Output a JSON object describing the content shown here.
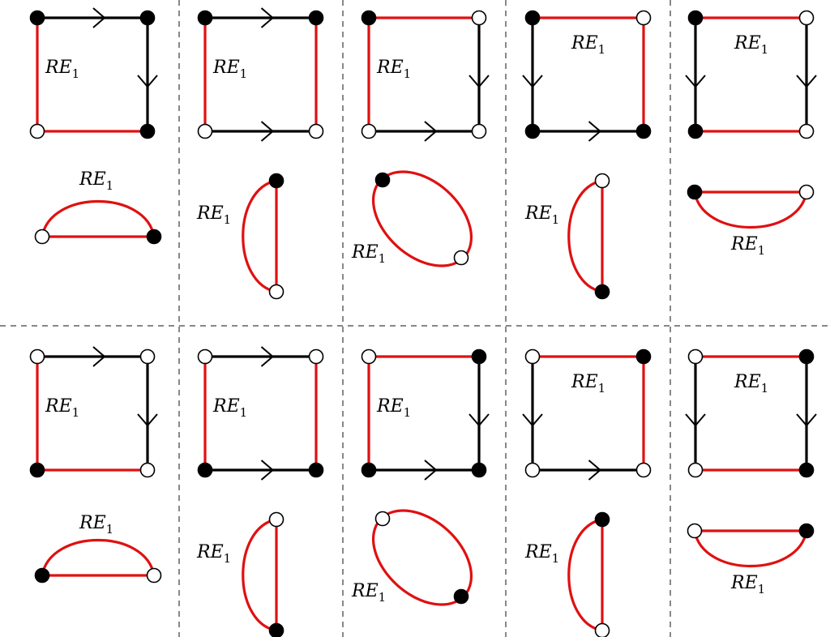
{
  "label": {
    "text": "RE",
    "sub": "1"
  },
  "colors": {
    "red_edge": "#e01010",
    "black_edge": "#000000",
    "separator": "#888888"
  },
  "panels": [
    {
      "id": "r1c1",
      "top_left": "filled",
      "top_right": "filled",
      "bottom_left": "open",
      "bottom_right": "filled",
      "top": "black-arrow",
      "left": "red",
      "right": "black-arrow",
      "bottom": "red",
      "reduced": "horizontal-top-arc",
      "reduced_nodes": [
        "open",
        "filled"
      ]
    },
    {
      "id": "r1c2",
      "top_left": "filled",
      "top_right": "filled",
      "bottom_left": "open",
      "bottom_right": "open",
      "top": "black-arrow",
      "left": "red",
      "right": "red",
      "bottom": "black-arrow",
      "reduced": "vertical-left-arc",
      "reduced_nodes": [
        "filled",
        "open"
      ]
    },
    {
      "id": "r1c3",
      "top_left": "filled",
      "top_right": "open",
      "bottom_left": "open",
      "bottom_right": "open",
      "top": "red",
      "left": "red",
      "right": "black-arrow",
      "bottom": "black-arrow",
      "reduced": "ellipse",
      "reduced_nodes": [
        "filled",
        "open"
      ]
    },
    {
      "id": "r1c4",
      "top_left": "filled",
      "top_right": "open",
      "bottom_left": "filled",
      "bottom_right": "filled",
      "top": "red",
      "left": "black-arrow",
      "right": "red",
      "bottom": "black-arrow",
      "reduced": "vertical-left-arc",
      "reduced_nodes": [
        "open",
        "filled"
      ]
    },
    {
      "id": "r1c5",
      "top_left": "filled",
      "top_right": "open",
      "bottom_left": "filled",
      "bottom_right": "open",
      "top": "red",
      "left": "black-arrow",
      "right": "black-arrow",
      "bottom": "red",
      "reduced": "horizontal-bottom-arc",
      "reduced_nodes": [
        "filled",
        "open"
      ]
    },
    {
      "id": "r2c1",
      "top_left": "open",
      "top_right": "open",
      "bottom_left": "filled",
      "bottom_right": "open",
      "top": "black-arrow",
      "left": "red",
      "right": "black-arrow",
      "bottom": "red",
      "reduced": "horizontal-top-arc",
      "reduced_nodes": [
        "filled",
        "open"
      ]
    },
    {
      "id": "r2c2",
      "top_left": "open",
      "top_right": "open",
      "bottom_left": "filled",
      "bottom_right": "filled",
      "top": "black-arrow",
      "left": "red",
      "right": "red",
      "bottom": "black-arrow",
      "reduced": "vertical-left-arc",
      "reduced_nodes": [
        "open",
        "filled"
      ]
    },
    {
      "id": "r2c3",
      "top_left": "open",
      "top_right": "filled",
      "bottom_left": "filled",
      "bottom_right": "filled",
      "top": "red",
      "left": "red",
      "right": "black-arrow",
      "bottom": "black-arrow",
      "reduced": "ellipse",
      "reduced_nodes": [
        "open",
        "filled"
      ]
    },
    {
      "id": "r2c4",
      "top_left": "open",
      "top_right": "filled",
      "bottom_left": "open",
      "bottom_right": "open",
      "top": "red",
      "left": "black-arrow",
      "right": "red",
      "bottom": "black-arrow",
      "reduced": "vertical-left-arc",
      "reduced_nodes": [
        "filled",
        "open"
      ]
    },
    {
      "id": "r2c5",
      "top_left": "open",
      "top_right": "filled",
      "bottom_left": "open",
      "bottom_right": "filled",
      "top": "red",
      "left": "black-arrow",
      "right": "black-arrow",
      "bottom": "red",
      "reduced": "horizontal-bottom-arc",
      "reduced_nodes": [
        "open",
        "filled"
      ]
    }
  ]
}
